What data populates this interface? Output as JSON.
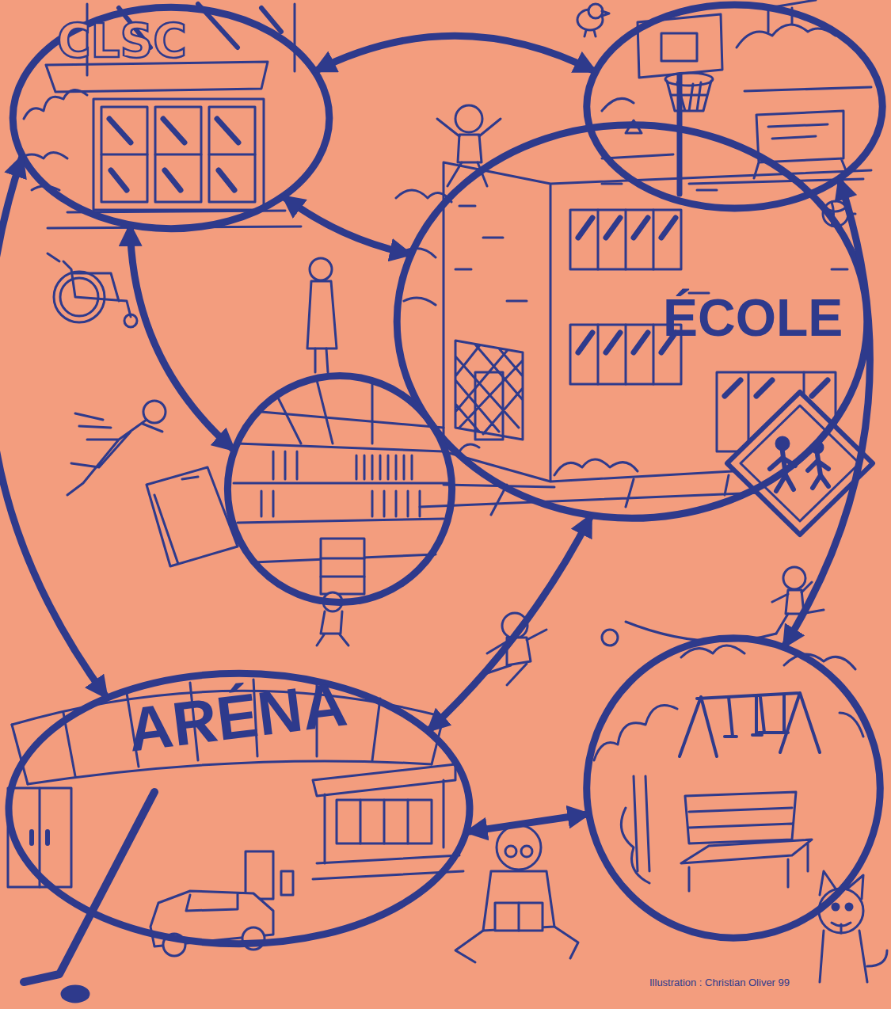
{
  "diagram": {
    "nodes": [
      {
        "text": [
          "CLSC"
        ]
      },
      {
        "text": []
      },
      {
        "text": [
          "ÉCOLE"
        ]
      },
      {
        "text": []
      },
      {
        "text": [
          "ARÉNA"
        ]
      },
      {
        "text": []
      }
    ],
    "edges": [
      {
        "from": 0,
        "to": 1,
        "arrow": "both"
      },
      {
        "from": 0,
        "to": 2,
        "arrow": "both"
      },
      {
        "from": 0,
        "to": 3,
        "arrow": "both"
      },
      {
        "from": 0,
        "to": 4,
        "arrow": "both"
      },
      {
        "from": 2,
        "to": 4,
        "arrow": "both"
      },
      {
        "from": 1,
        "to": 5,
        "arrow": "both"
      },
      {
        "from": 4,
        "to": 5,
        "arrow": "both"
      }
    ],
    "labels": [
      "Illustration : Christian Oliver 99"
    ]
  }
}
